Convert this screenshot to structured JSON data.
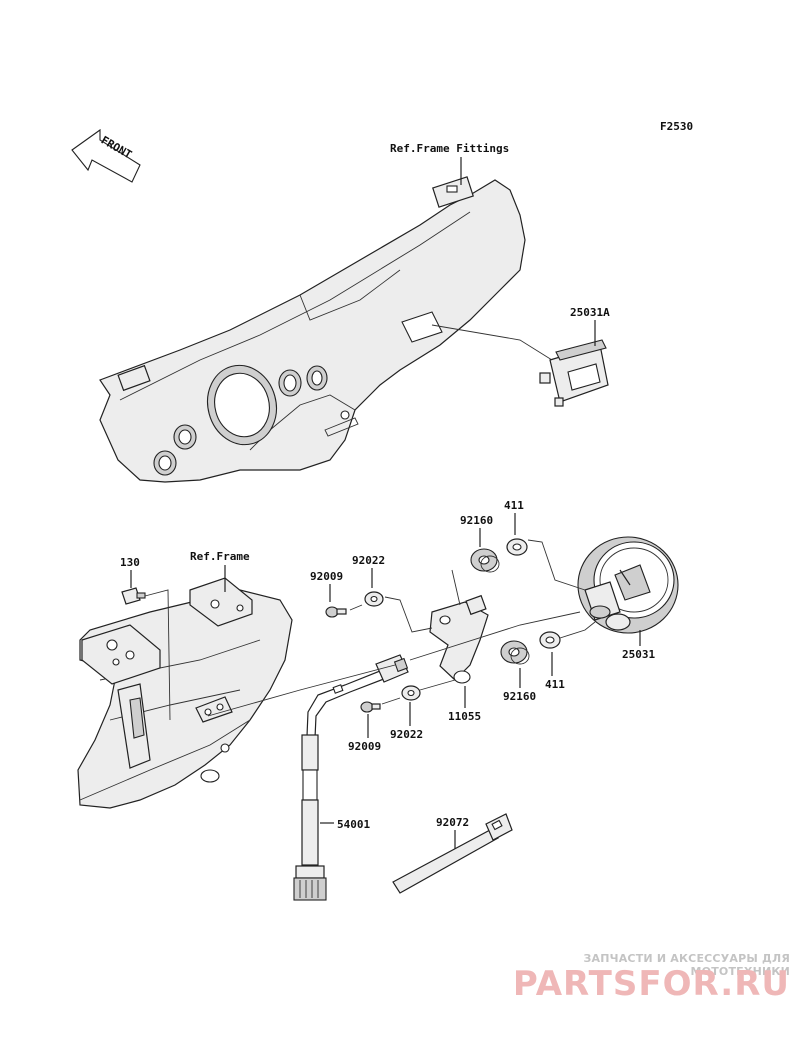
{
  "figure_code": "F2530",
  "front_marker": "FRONT",
  "references": {
    "frame_fittings": "Ref.Frame Fittings",
    "frame": "Ref.Frame"
  },
  "callouts": [
    {
      "id": "p25031A",
      "text": "25031A"
    },
    {
      "id": "p92160a",
      "text": "92160"
    },
    {
      "id": "p411a",
      "text": "411"
    },
    {
      "id": "p130",
      "text": "130"
    },
    {
      "id": "p92022a",
      "text": "92022"
    },
    {
      "id": "p92009a",
      "text": "92009"
    },
    {
      "id": "p25031",
      "text": "25031"
    },
    {
      "id": "p411b",
      "text": "411"
    },
    {
      "id": "p92160b",
      "text": "92160"
    },
    {
      "id": "p11055",
      "text": "11055"
    },
    {
      "id": "p92022b",
      "text": "92022"
    },
    {
      "id": "p92009b",
      "text": "92009"
    },
    {
      "id": "p54001",
      "text": "54001"
    },
    {
      "id": "p92072",
      "text": "92072"
    }
  ],
  "watermark": {
    "caption": "ЗАПЧАСТИ И АКСЕССУАРЫ ДЛЯ МОТОТЕХНИКИ",
    "logo": "PARTSFOR.RU"
  }
}
